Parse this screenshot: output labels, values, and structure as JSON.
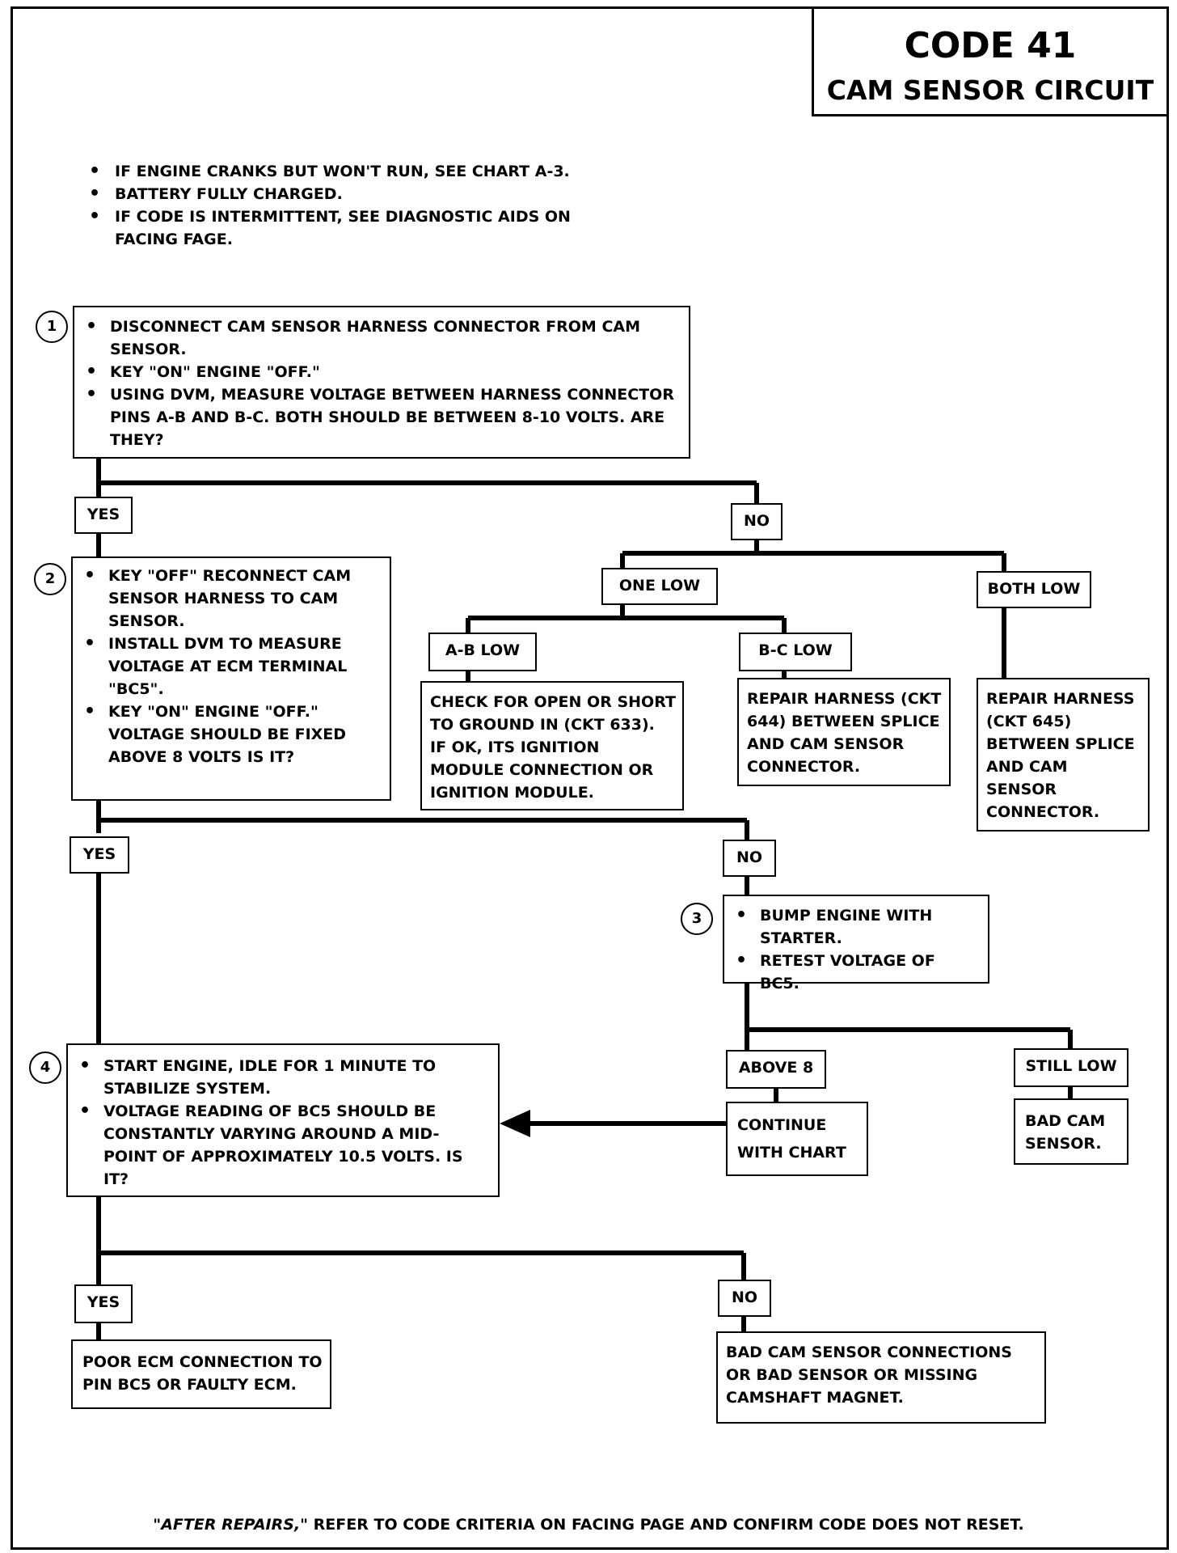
{
  "title": {
    "code": "CODE 41",
    "subtitle": "CAM SENSOR CIRCUIT"
  },
  "notes": [
    "IF ENGINE CRANKS BUT WON'T RUN, SEE CHART A-3.",
    "BATTERY FULLY CHARGED.",
    "IF CODE IS INTERMITTENT, SEE DIAGNOSTIC AIDS ON FACING FAGE."
  ],
  "steps": {
    "step1": {
      "number": "1",
      "bullets": [
        "DISCONNECT CAM SENSOR HARNESS CONNECTOR FROM CAM SENSOR.",
        "KEY \"ON\" ENGINE \"OFF.\"",
        "USING DVM, MEASURE VOLTAGE BETWEEN HARNESS CONNECTOR PINS A-B AND B-C. BOTH SHOULD BE BETWEEN 8-10 VOLTS. ARE THEY?"
      ]
    },
    "step2": {
      "number": "2",
      "bullets": [
        "KEY \"OFF\" RECONNECT CAM SENSOR HARNESS TO CAM SENSOR.",
        "INSTALL DVM TO MEASURE VOLTAGE AT ECM TERMINAL \"BC5\".",
        "KEY \"ON\" ENGINE \"OFF.\" VOLTAGE SHOULD BE FIXED ABOVE 8 VOLTS IS IT?"
      ]
    },
    "step3": {
      "number": "3",
      "bullets": [
        "BUMP ENGINE WITH STARTER.",
        "RETEST VOLTAGE OF BC5."
      ]
    },
    "step4": {
      "number": "4",
      "bullets": [
        "START ENGINE, IDLE FOR 1 MINUTE TO STABILIZE SYSTEM.",
        "VOLTAGE READING OF BC5 SHOULD BE CONSTANTLY VARYING AROUND A MID-POINT OF APPROXIMATELY 10.5 VOLTS. IS IT?"
      ]
    }
  },
  "labels": {
    "yes1": "YES",
    "no1": "NO",
    "one_low": "ONE LOW",
    "both_low": "BOTH LOW",
    "ab_low": "A-B LOW",
    "bc_low": "B-C LOW",
    "yes2": "YES",
    "no2": "NO",
    "above8": "ABOVE 8",
    "still_low": "STILL LOW",
    "yes4": "YES",
    "no4": "NO"
  },
  "results": {
    "ab_low": [
      "CHECK FOR OPEN OR SHORT",
      "TO GROUND IN (CKT 633).",
      "IF OK, ITS IGNITION",
      "MODULE CONNECTION OR",
      "IGNITION MODULE."
    ],
    "bc_low": [
      "REPAIR HARNESS (CKT",
      "644) BETWEEN SPLICE",
      "AND CAM SENSOR",
      "CONNECTOR."
    ],
    "both_low": [
      "REPAIR HARNESS",
      "(CKT 645)",
      "BETWEEN SPLICE",
      "AND CAM",
      "SENSOR",
      "CONNECTOR."
    ],
    "continue": [
      "CONTINUE",
      "WITH CHART"
    ],
    "bad_cam": [
      "BAD CAM",
      "SENSOR."
    ],
    "poor_ecm": [
      "POOR ECM CONNECTION TO",
      "PIN BC5 OR FAULTY ECM."
    ],
    "bad_conn": [
      "BAD CAM SENSOR CONNECTIONS",
      "OR BAD SENSOR OR MISSING",
      "CAMSHAFT MAGNET."
    ]
  },
  "footer": {
    "emphasis": "\"AFTER REPAIRS,\"",
    "text": " REFER TO CODE CRITERIA ON FACING PAGE AND CONFIRM CODE DOES NOT RESET."
  }
}
